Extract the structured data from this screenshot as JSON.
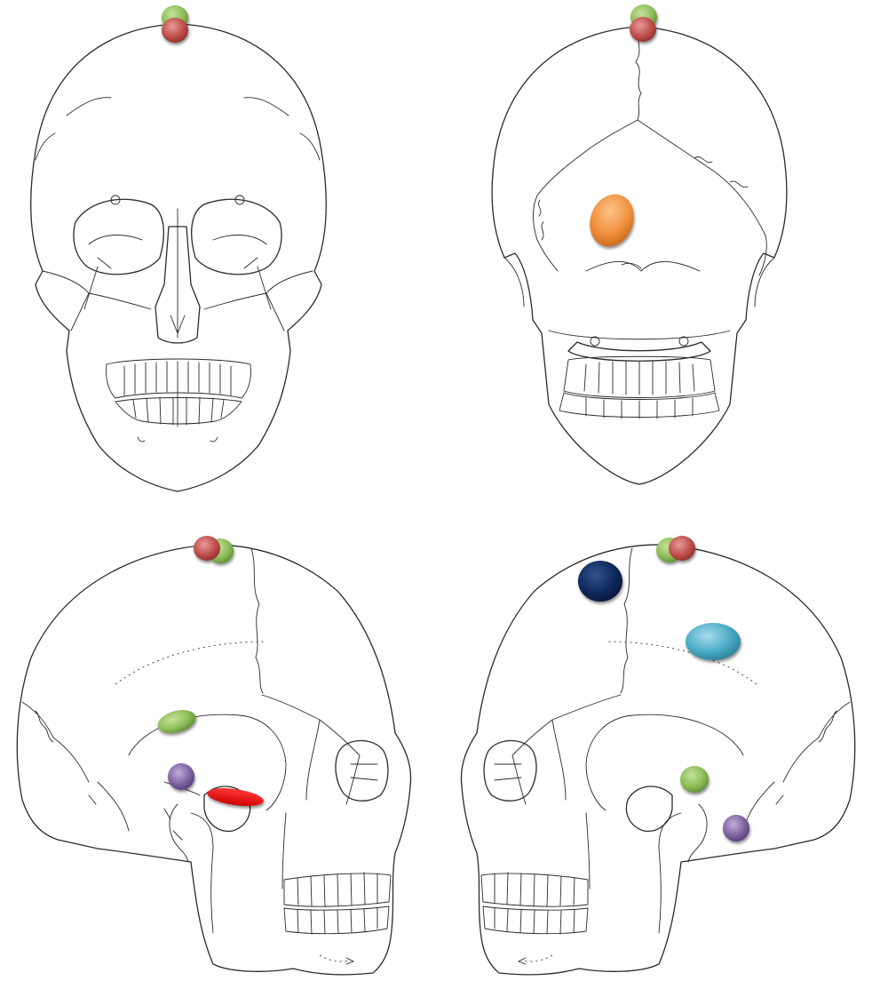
{
  "colors": {
    "background": "#ffffff",
    "line": "#2a2a2a",
    "marker_green": "#8fbf5a",
    "marker_red": "#c0504d",
    "marker_orange": "#f0923e",
    "marker_purple": "#8064a2",
    "marker_navy": "#0f2a5c",
    "marker_lightblue": "#4bacc6",
    "marker_bright_red": "#ff0000"
  },
  "views": [
    {
      "id": "anterior",
      "markers": [
        "green",
        "red"
      ]
    },
    {
      "id": "posterior",
      "markers": [
        "green",
        "red",
        "orange"
      ]
    },
    {
      "id": "left-lateral",
      "markers": [
        "red",
        "green",
        "green",
        "purple",
        "bright_red"
      ]
    },
    {
      "id": "right-lateral",
      "markers": [
        "green",
        "red",
        "navy",
        "lightblue",
        "green",
        "purple"
      ]
    }
  ]
}
